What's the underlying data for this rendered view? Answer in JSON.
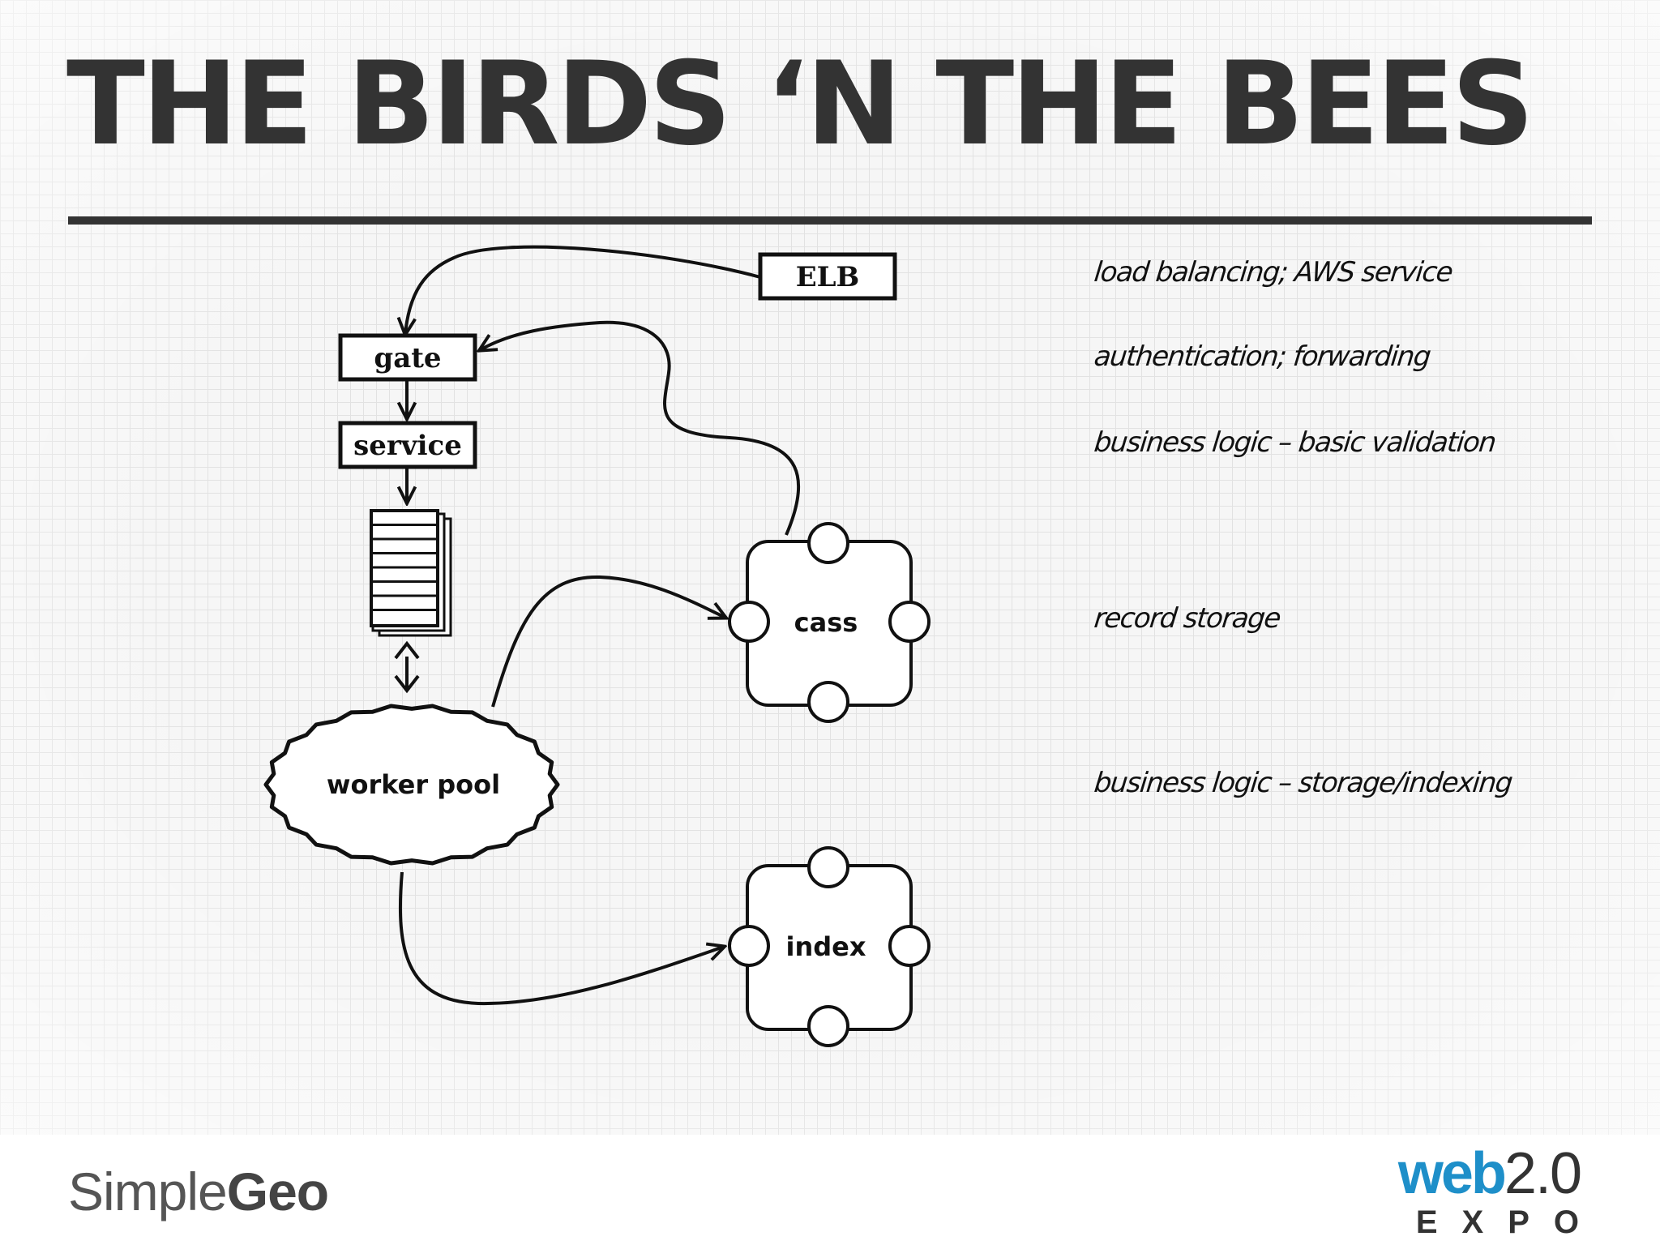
{
  "slide": {
    "title": "THE BIRDS ‘N THE BEES"
  },
  "diagram": {
    "nodes": {
      "elb": "ELB",
      "gate": "gate",
      "service": "service",
      "worker_pool": "worker pool",
      "cass": "cass",
      "index": "index"
    },
    "notes": [
      "load balancing; AWS service",
      "authentication; forwarding",
      "business logic – basic validation",
      "record storage",
      "business logic – storage/indexing"
    ]
  },
  "footer": {
    "simplegeo_logo": {
      "part1": "Simple",
      "part2": "Geo"
    },
    "web20_logo": {
      "web": "web",
      "version": "2.0",
      "expo": "EXPO"
    }
  },
  "colors": {
    "title": "#333333",
    "ink": "#111111",
    "grid": "#e2e2e2",
    "web_blue": "#1e8fc9"
  }
}
